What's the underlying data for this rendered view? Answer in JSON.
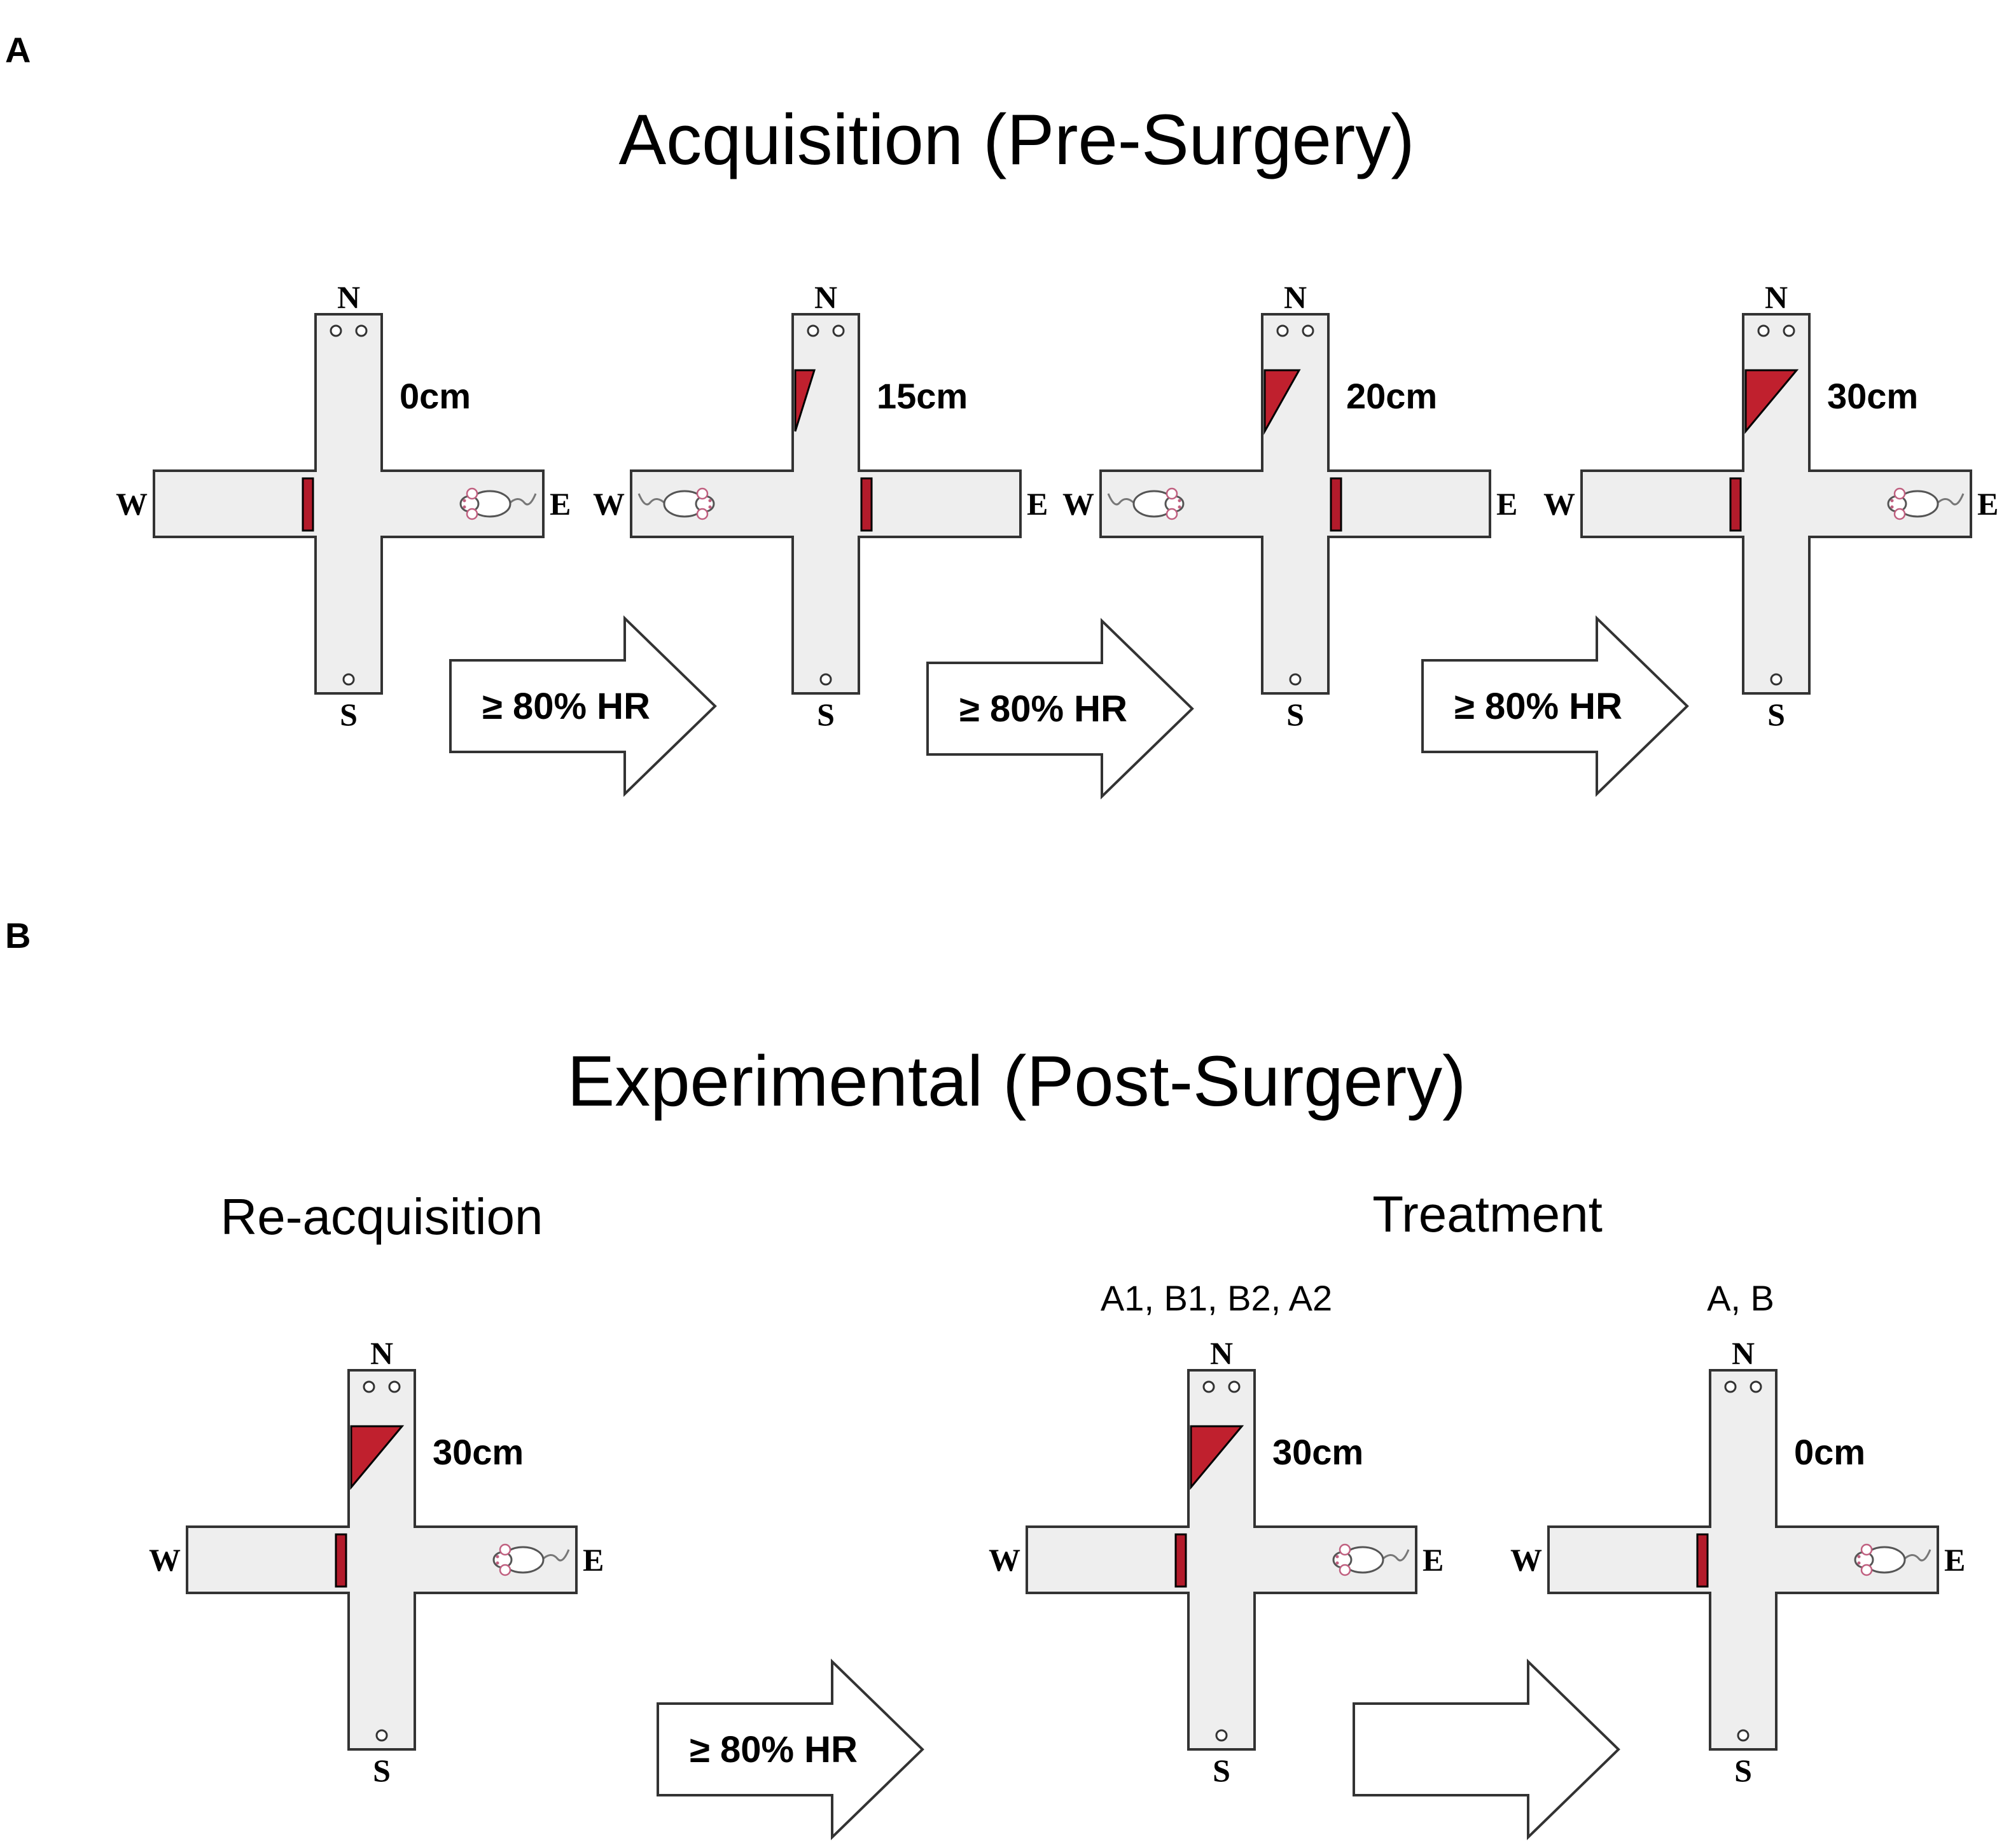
{
  "panel_a": {
    "letter": "A",
    "title": "Acquisition (Pre-Surgery)",
    "mazes": [
      {
        "distance": "0cm",
        "mouse_arm": "E",
        "barrier_arm": "W",
        "block": "none"
      },
      {
        "distance": "15cm",
        "mouse_arm": "W",
        "barrier_arm": "E",
        "block": "small"
      },
      {
        "distance": "20cm",
        "mouse_arm": "W",
        "barrier_arm": "E",
        "block": "medium"
      },
      {
        "distance": "30cm",
        "mouse_arm": "E",
        "barrier_arm": "W",
        "block": "large"
      }
    ],
    "arrows": [
      "≥ 80% HR",
      "≥ 80% HR",
      "≥ 80% HR"
    ]
  },
  "panel_b": {
    "letter": "B",
    "title": "Experimental (Post-Surgery)",
    "reacquisition_label": "Re-acquisition",
    "treatment_label": "Treatment",
    "condition_labels": [
      "A1, B1, B2, A2",
      "A, B"
    ],
    "mazes": [
      {
        "distance": "30cm",
        "mouse_arm": "E",
        "barrier_arm": "W",
        "block": "large"
      },
      {
        "distance": "30cm",
        "mouse_arm": "E",
        "barrier_arm": "W",
        "block": "large"
      },
      {
        "distance": "0cm",
        "mouse_arm": "E",
        "barrier_arm": "W",
        "block": "none"
      }
    ],
    "arrows": [
      "≥ 80% HR",
      ""
    ]
  },
  "compass": {
    "north": "N",
    "south": "S",
    "east": "E",
    "west": "W"
  },
  "colors": {
    "maze_fill": "#eeeeee",
    "maze_stroke": "#333333",
    "barrier_red": "#b31b2b",
    "block_red": "#c0202e"
  }
}
